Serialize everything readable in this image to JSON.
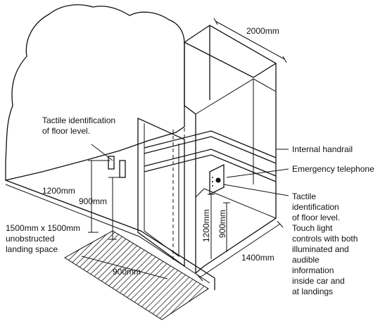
{
  "diagram": {
    "dimensions": {
      "shaft_width": "2000mm",
      "car_depth": "1400mm",
      "door_width": "900mm",
      "control_height_outside": "1200mm",
      "tactile_height_outside": "900mm",
      "control_height_inside": "1200mm",
      "handrail_height_inside": "900mm"
    },
    "labels": {
      "tactile_outside_line1": "Tactile identification",
      "tactile_outside_line2": "of floor level.",
      "internal_handrail": "Internal handrail",
      "emergency_telephone": "Emergency telephone",
      "tactile_inside": [
        "Tactile",
        "identification",
        "of floor level.",
        "Touch light",
        "controls with both",
        "illuminated and",
        "audible",
        "information",
        "inside car and",
        "at landings"
      ],
      "landing_space": [
        "1500mm x 1500mm",
        "unobstructed",
        "landing space"
      ]
    }
  }
}
